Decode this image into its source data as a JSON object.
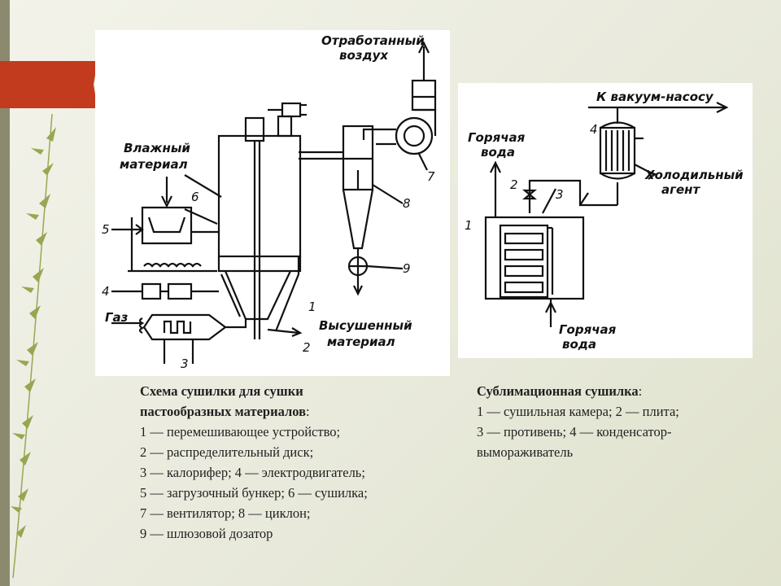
{
  "slide": {
    "colors": {
      "accent": "#c23b1f",
      "side_bar": "#8b8a6f",
      "leaf": "#8a9a3a"
    }
  },
  "diagram_left": {
    "labels": {
      "exhaust_air": [
        "Отработанный",
        "воздух"
      ],
      "wet_material": [
        "Влажный",
        "материал"
      ],
      "gas": "Газ",
      "dried_material": [
        "Высушенный",
        "материал"
      ]
    },
    "numbers": [
      "1",
      "2",
      "3",
      "4",
      "5",
      "6",
      "7",
      "8",
      "9"
    ]
  },
  "diagram_right": {
    "labels": {
      "vacuum_pump": "К вакуум-насосу",
      "hot_water_top": [
        "Горячая",
        "вода"
      ],
      "coolant": [
        "Холодильный",
        "агент"
      ],
      "hot_water_bottom": [
        "Горячая",
        "вода"
      ]
    },
    "numbers": [
      "1",
      "2",
      "3",
      "4"
    ]
  },
  "caption_left": {
    "title_line1": "Схема сушилки для сушки",
    "title_line2": "пастообразных материалов",
    "title_colon": ":",
    "items": [
      "1 — перемешивающее устройство;",
      "2 — распределительный диск;",
      "3 — калорифер; 4 — электродвигатель;",
      "5 — загрузочный бункер; 6 — сушилка;",
      "7 — вентилятор; 8 — циклон;",
      "9 — шлюзовой дозатор"
    ]
  },
  "caption_right": {
    "title": "Сублимационная сушилка",
    "title_colon": ":",
    "items": [
      "1 — сушильная камера; 2 — плита;",
      "3 — противень; 4 — конденсатор-",
      "вымораживатель"
    ]
  }
}
